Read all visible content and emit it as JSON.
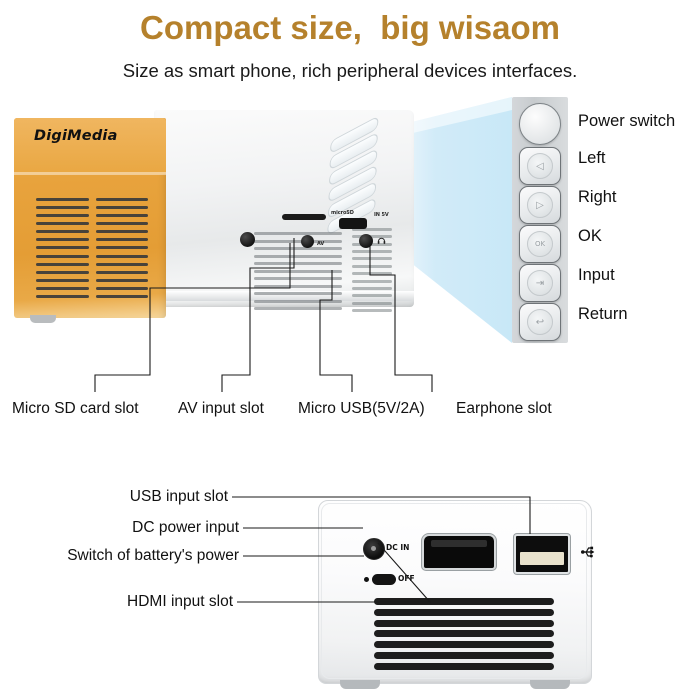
{
  "headline": "Compact size,  big wisaom",
  "subheadline": "Size as smart phone, rich peripheral devices interfaces.",
  "theme": {
    "headline_color": "#b5812c",
    "body_orange": "#e8a33d",
    "body_white": "#f2f3f4",
    "beam_blue": "#cdeaf7",
    "text_color": "#111111"
  },
  "top_device": {
    "brand": "DigiMedia",
    "port_markings": {
      "micro_sd": "microSD",
      "av": "AV",
      "power_in": "IN 5V",
      "earphone_icon": "headphone-icon"
    }
  },
  "control_panel": {
    "buttons": [
      {
        "label": "Power switch",
        "icon": "power-round-button-icon",
        "glyph": ""
      },
      {
        "label": "Left",
        "icon": "left-arrow-icon",
        "glyph": "◁"
      },
      {
        "label": "Right",
        "icon": "right-arrow-icon",
        "glyph": "▷"
      },
      {
        "label": "OK",
        "icon": "ok-icon",
        "glyph": "OK"
      },
      {
        "label": "Input",
        "icon": "input-source-icon",
        "glyph": "⇥"
      },
      {
        "label": "Return",
        "icon": "return-back-icon",
        "glyph": "↩"
      }
    ]
  },
  "top_callouts": [
    {
      "label": "Micro SD card slot"
    },
    {
      "label": "AV input slot"
    },
    {
      "label": "Micro USB(5V/2A)"
    },
    {
      "label": "Earphone slot"
    }
  ],
  "bottom_device": {
    "port_markings": {
      "dc_in": "DC IN",
      "battery_switch": "OFF",
      "usb_icon": "usb-trident-icon"
    }
  },
  "bottom_callouts": [
    {
      "label": "USB input slot"
    },
    {
      "label": "DC power input"
    },
    {
      "label": "Switch of battery's power"
    },
    {
      "label": "HDMI input slot"
    }
  ]
}
